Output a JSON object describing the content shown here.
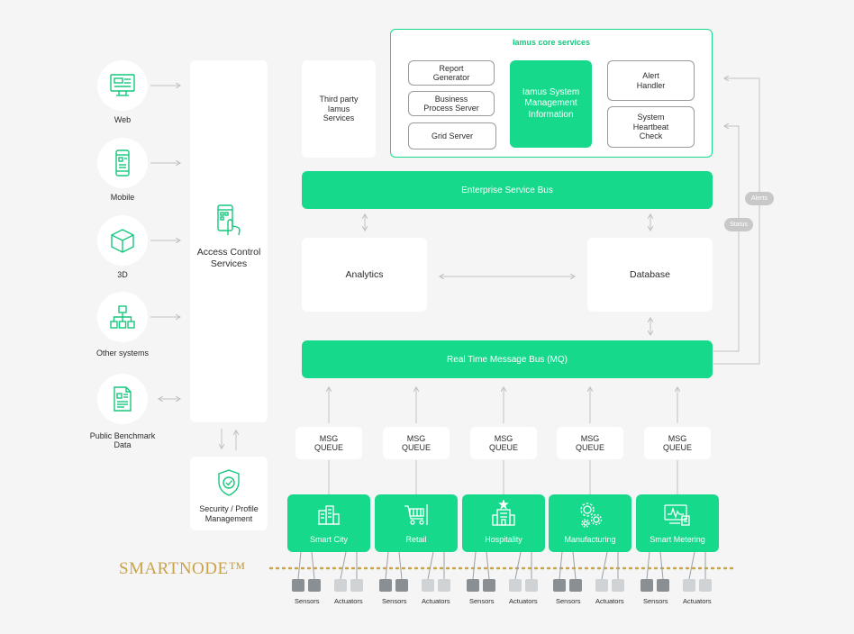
{
  "clients": [
    {
      "label": "Web",
      "icon": "web-icon"
    },
    {
      "label": "Mobile",
      "icon": "mobile-icon"
    },
    {
      "label": "3D",
      "icon": "cube-icon"
    },
    {
      "label": "Other systems",
      "icon": "hierarchy-icon"
    },
    {
      "label": "Public Benchmark Data",
      "icon": "document-icon"
    }
  ],
  "access_control": {
    "label": "Access Control Services",
    "icon": "touch-phone-icon"
  },
  "security": {
    "label": "Security / Profile Management",
    "icon": "shield-icon"
  },
  "third_party": {
    "label": "Third party Iamus Services"
  },
  "core": {
    "title": "Iamus core services",
    "report_generator": "Report Generator",
    "business_process": "Business Process Server",
    "grid_server": "Grid Server",
    "system_mgmt": "Iamus System Management Information",
    "alert_handler": "Alert Handler",
    "heartbeat": "System Heartbeat Check"
  },
  "esb": "Enterprise Service Bus",
  "analytics": "Analytics",
  "database": "Database",
  "mq_bus": "Real Time Message Bus (MQ)",
  "alerts_pill": "Alerts",
  "status_pill": "Status",
  "msg_queue": "MSG QUEUE",
  "nodes": [
    {
      "label": "Smart City",
      "icon": "city-icon"
    },
    {
      "label": "Retail",
      "icon": "cart-icon"
    },
    {
      "label": "Hospitality",
      "icon": "hotel-icon"
    },
    {
      "label": "Manufacturing",
      "icon": "gears-icon"
    },
    {
      "label": "Smart Metering",
      "icon": "meter-icon"
    }
  ],
  "smartnode": "SMARTNODE™",
  "sensors_label": "Sensors",
  "actuators_label": "Actuators",
  "colors": {
    "accent": "#16d98b",
    "gold": "#c9a24a",
    "background": "#f5f5f5"
  }
}
